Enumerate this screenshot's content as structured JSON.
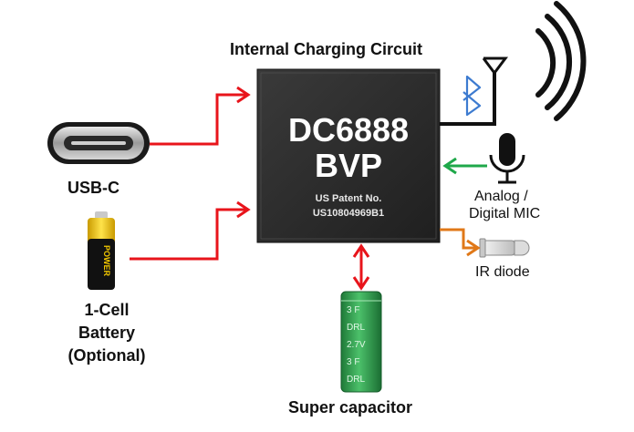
{
  "header": {
    "title": "Internal Charging Circuit"
  },
  "chip": {
    "line1": "DC6888",
    "line2": "BVP",
    "sub1": "US Patent No.",
    "sub2": "US10804969B1"
  },
  "usbc": {
    "label": "USB-C"
  },
  "battery": {
    "line1": "1-Cell",
    "line2": "Battery",
    "line3": "(Optional)",
    "cap_text": "POWER"
  },
  "microphone": {
    "line1": "Analog /",
    "line2": "Digital MIC"
  },
  "ir": {
    "label": "IR diode"
  },
  "supercap": {
    "label": "Super capacitor",
    "markings": [
      "3 F",
      "DRL",
      "2.7V",
      "3 F",
      "DRL"
    ]
  },
  "colors": {
    "power_arrow": "#e8141b",
    "mic_arrow": "#1fa84a",
    "ir_arrow": "#e07818",
    "chip": "#2b2b2b",
    "bluetooth": "#3d7bd0",
    "capacitor": "#2f9a4c",
    "battery_body": "#111111",
    "battery_top": "#f2c800"
  },
  "icons": [
    "usb-c-port-icon",
    "aa-battery-icon",
    "bluetooth-icon",
    "antenna-icon",
    "wireless-waves-icon",
    "microphone-icon",
    "ir-diode-icon",
    "super-capacitor-icon"
  ]
}
